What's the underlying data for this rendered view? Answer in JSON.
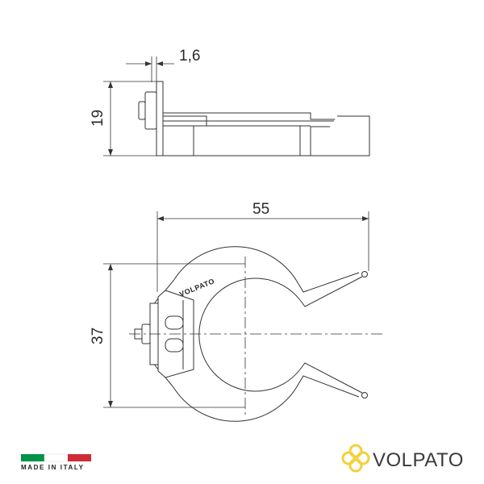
{
  "dimensions": {
    "thickness": "1,6",
    "height_side": "19",
    "width_top": "55",
    "height_top": "37"
  },
  "part_marking": "VOLPATO",
  "footer": {
    "made_in": "MADE IN ITALY",
    "flag_colors": [
      "#009246",
      "#ffffff",
      "#ce2b37"
    ],
    "brand_name": "VOLPATO",
    "brand_color": "#f2d13a",
    "logo_icon": "volpato-flower-logo-icon"
  }
}
